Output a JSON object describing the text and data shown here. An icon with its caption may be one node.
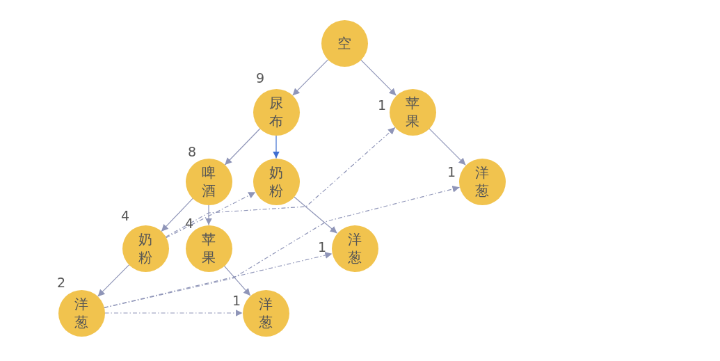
{
  "diagram": {
    "nodes": [
      {
        "text": [
          "空"
        ]
      },
      {
        "text": [
          "尿布"
        ],
        "beside": [
          "9"
        ]
      },
      {
        "text": [
          "苹果"
        ],
        "beside": [
          "1"
        ]
      },
      {
        "text": [
          "啤酒"
        ],
        "beside": [
          "8"
        ]
      },
      {
        "text": [
          "奶粉"
        ]
      },
      {
        "text": [
          "洋葱"
        ],
        "beside": [
          "1"
        ]
      },
      {
        "text": [
          "奶粉"
        ],
        "beside": [
          "4"
        ]
      },
      {
        "text": [
          "苹果"
        ],
        "beside": [
          "4"
        ]
      },
      {
        "text": [
          "洋葱"
        ],
        "beside": [
          "1"
        ]
      },
      {
        "text": [
          "洋葱"
        ],
        "beside": [
          "2"
        ]
      },
      {
        "text": [
          "洋葱"
        ],
        "beside": [
          "1"
        ]
      }
    ],
    "edges": [
      {
        "from": 0,
        "to": 1,
        "arrow": "to"
      },
      {
        "from": 0,
        "to": 2,
        "arrow": "to"
      },
      {
        "from": 1,
        "to": 3,
        "arrow": "to"
      },
      {
        "from": 1,
        "to": 4,
        "arrow": "to",
        "color": "#3f6fd1"
      },
      {
        "from": 2,
        "to": 5,
        "arrow": "to"
      },
      {
        "from": 3,
        "to": 6,
        "arrow": "to"
      },
      {
        "from": 3,
        "to": 7,
        "arrow": "to"
      },
      {
        "from": 4,
        "to": 8,
        "arrow": "to"
      },
      {
        "from": 6,
        "to": 9,
        "arrow": "to"
      },
      {
        "from": 7,
        "to": 10,
        "arrow": "to"
      },
      {
        "from": 6,
        "to": 4,
        "arrow": "to",
        "style": "dashed"
      },
      {
        "from": 6,
        "to": 2,
        "arrow": "to",
        "style": "dashed"
      },
      {
        "from": 9,
        "to": 5,
        "arrow": "to",
        "style": "dashed"
      },
      {
        "from": 9,
        "to": 8,
        "arrow": "to",
        "style": "dashed"
      },
      {
        "from": 9,
        "to": 10,
        "arrow": "to",
        "style": "dashed"
      }
    ]
  }
}
